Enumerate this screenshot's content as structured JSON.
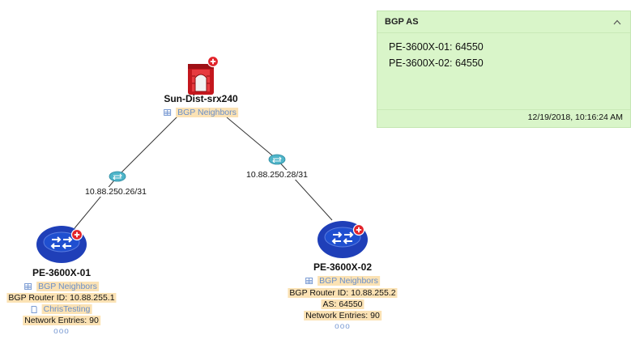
{
  "devices": [
    {
      "name": "Sun-Dist-srx240",
      "icon": "firewall-icon",
      "links": [
        "BGP Neighbors"
      ],
      "info": []
    },
    {
      "name": "PE-3600X-01",
      "icon": "router-icon",
      "links": [
        "BGP Neighbors"
      ],
      "info": [
        "BGP Router ID: 10.88.255.1"
      ],
      "extra_link": "ChrisTesting",
      "info2": [
        "Network Entries: 90"
      ],
      "more": "ooo"
    },
    {
      "name": "PE-3600X-02",
      "icon": "router-icon",
      "links": [
        "BGP Neighbors"
      ],
      "info": [
        "BGP Router ID: 10.88.255.2",
        "AS: 64550",
        "Network Entries: 90"
      ],
      "more": "ooo"
    }
  ],
  "connections": [
    {
      "label": "10.88.250.26/31"
    },
    {
      "label": "10.88.250.28/31"
    }
  ],
  "panel": {
    "title": "BGP AS",
    "rows": [
      "PE-3600X-01: 64550",
      "PE-3600X-02: 64550"
    ],
    "timestamp": "12/19/2018, 10:16:24 AM",
    "background": "#d9f5c9"
  },
  "colors": {
    "highlight": "#fbe2b4",
    "link_text": "#6b8fc8",
    "alert_red": "#e2232a",
    "router_blue": "#1f3fb8"
  }
}
